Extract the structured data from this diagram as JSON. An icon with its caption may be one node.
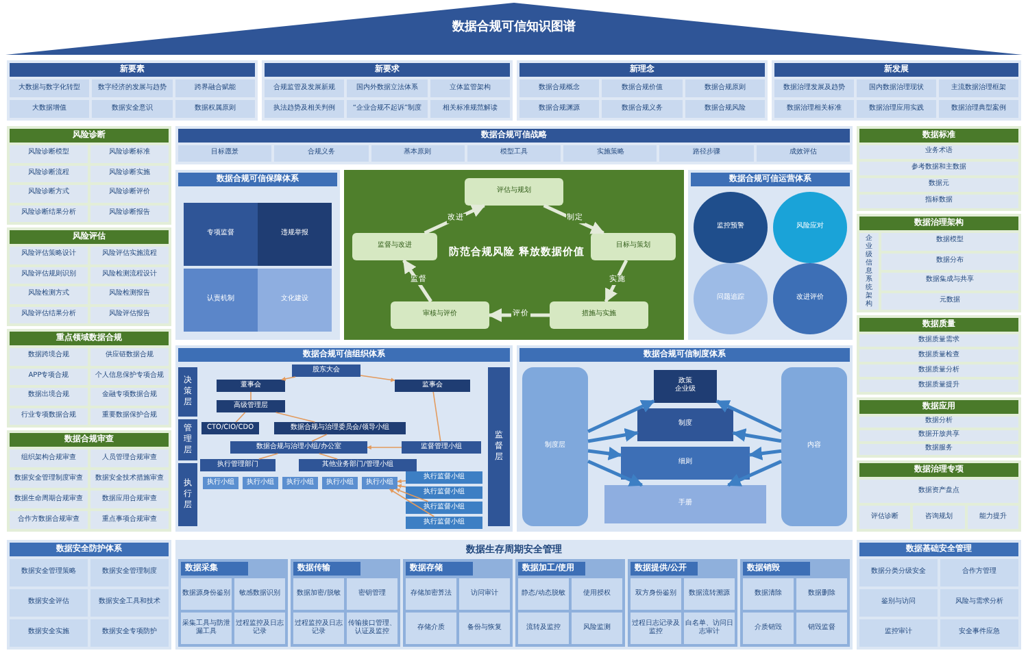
{
  "diagram": {
    "title": "数据合规可信知识图谱",
    "nodes": [
      {
        "text": [
          "新要素"
        ]
      },
      {
        "text": [
          "大数据与数字化转型"
        ],
        "in": 0
      },
      {
        "text": [
          "数字经济的发展与趋势"
        ],
        "in": 0
      },
      {
        "text": [
          "跨界融合赋能"
        ],
        "in": 0
      },
      {
        "text": [
          "大数据增值"
        ],
        "in": 0
      },
      {
        "text": [
          "数据安全意识"
        ],
        "in": 0
      },
      {
        "text": [
          "数据权属原则"
        ],
        "in": 0
      },
      {
        "text": [
          "新要求"
        ]
      },
      {
        "text": [
          "合规监管及发展新规"
        ],
        "in": 7
      },
      {
        "text": [
          "国内外数据立法体系"
        ],
        "in": 7
      },
      {
        "text": [
          "立体监管架构"
        ],
        "in": 7
      },
      {
        "text": [
          "执法趋势及相关判例"
        ],
        "in": 7
      },
      {
        "text": [
          "“企业合规不起诉”制度"
        ],
        "in": 7
      },
      {
        "text": [
          "相关标准规范解读"
        ],
        "in": 7
      },
      {
        "text": [
          "新理念"
        ]
      },
      {
        "text": [
          "数据合规概念"
        ],
        "in": 14
      },
      {
        "text": [
          "数据合规价值"
        ],
        "in": 14
      },
      {
        "text": [
          "数据合规原则"
        ],
        "in": 14
      },
      {
        "text": [
          "数据合规渊源"
        ],
        "in": 14
      },
      {
        "text": [
          "数据合规义务"
        ],
        "in": 14
      },
      {
        "text": [
          "数据合规风险"
        ],
        "in": 14
      },
      {
        "text": [
          "新发展"
        ]
      },
      {
        "text": [
          "数据治理发展及趋势"
        ],
        "in": 21
      },
      {
        "text": [
          "国内数据治理现状"
        ],
        "in": 21
      },
      {
        "text": [
          "主流数据治理框架"
        ],
        "in": 21
      },
      {
        "text": [
          "数据治理相关标准"
        ],
        "in": 21
      },
      {
        "text": [
          "数据治理应用实践"
        ],
        "in": 21
      },
      {
        "text": [
          "数据治理典型案例"
        ],
        "in": 21
      },
      {
        "text": [
          "风险诊断"
        ]
      },
      {
        "text": [
          "风险诊断模型"
        ],
        "in": 28
      },
      {
        "text": [
          "风险诊断标准"
        ],
        "in": 28
      },
      {
        "text": [
          "风险诊断流程"
        ],
        "in": 28
      },
      {
        "text": [
          "风险诊断实施"
        ],
        "in": 28
      },
      {
        "text": [
          "风险诊断方式"
        ],
        "in": 28
      },
      {
        "text": [
          "风险诊断评价"
        ],
        "in": 28
      },
      {
        "text": [
          "风险诊断结果分析"
        ],
        "in": 28
      },
      {
        "text": [
          "风险诊断报告"
        ],
        "in": 28
      },
      {
        "text": [
          "风险评估"
        ]
      },
      {
        "text": [
          "风险评估策略设计"
        ],
        "in": 37
      },
      {
        "text": [
          "风险评估实施流程"
        ],
        "in": 37
      },
      {
        "text": [
          "风险评估规则识别"
        ],
        "in": 37
      },
      {
        "text": [
          "风险检测流程设计"
        ],
        "in": 37
      },
      {
        "text": [
          "风险检测方式"
        ],
        "in": 37
      },
      {
        "text": [
          "风险检测报告"
        ],
        "in": 37
      },
      {
        "text": [
          "风险评估结果分析"
        ],
        "in": 37
      },
      {
        "text": [
          "风险评估报告"
        ],
        "in": 37
      },
      {
        "text": [
          "重点领域数据合规"
        ]
      },
      {
        "text": [
          "数据跨境合规"
        ],
        "in": 46
      },
      {
        "text": [
          "供应链数据合规"
        ],
        "in": 46
      },
      {
        "text": [
          "APP专项合规"
        ],
        "in": 46
      },
      {
        "text": [
          "个人信息保护专项合规"
        ],
        "in": 46
      },
      {
        "text": [
          "数据出境合规"
        ],
        "in": 46
      },
      {
        "text": [
          "金融专项数据合规"
        ],
        "in": 46
      },
      {
        "text": [
          "行业专项数据合规"
        ],
        "in": 46
      },
      {
        "text": [
          "重要数据保护合规"
        ],
        "in": 46
      },
      {
        "text": [
          "数据合规审查"
        ]
      },
      {
        "text": [
          "组织架构合规审查"
        ],
        "in": 55
      },
      {
        "text": [
          "人员管理合规审查"
        ],
        "in": 55
      },
      {
        "text": [
          "数据安全管理制度审查"
        ],
        "in": 55
      },
      {
        "text": [
          "数据安全技术措施审查"
        ],
        "in": 55
      },
      {
        "text": [
          "数据生命周期合规审查"
        ],
        "in": 55
      },
      {
        "text": [
          "数据应用合规审查"
        ],
        "in": 55
      },
      {
        "text": [
          "合作方数据合规审查"
        ],
        "in": 55
      },
      {
        "text": [
          "重点事项合规审查"
        ],
        "in": 55
      },
      {
        "text": [
          "数据合规可信战略"
        ]
      },
      {
        "text": [
          "目标愿景"
        ],
        "in": 64
      },
      {
        "text": [
          "合规义务"
        ],
        "in": 64
      },
      {
        "text": [
          "基本原则"
        ],
        "in": 64
      },
      {
        "text": [
          "模型工具"
        ],
        "in": 64
      },
      {
        "text": [
          "实施策略"
        ],
        "in": 64
      },
      {
        "text": [
          "路径步骤"
        ],
        "in": 64
      },
      {
        "text": [
          "成效评估"
        ],
        "in": 64
      },
      {
        "text": [
          "数据合规可信保障体系"
        ]
      },
      {
        "text": [
          "专项监督"
        ],
        "in": 72
      },
      {
        "text": [
          "违规举报"
        ],
        "in": 72
      },
      {
        "text": [
          "认责机制"
        ],
        "in": 72
      },
      {
        "text": [
          "文化建设"
        ],
        "in": 72
      },
      {
        "text": [
          "防范合规风险  释放数据价值"
        ]
      },
      {
        "text": [
          "评估与规划"
        ],
        "in": 77
      },
      {
        "text": [
          "目标与策划"
        ],
        "in": 77
      },
      {
        "text": [
          "措施与实施"
        ],
        "in": 77
      },
      {
        "text": [
          "审核与评价"
        ],
        "in": 77
      },
      {
        "text": [
          "监督与改进"
        ],
        "in": 77
      },
      {
        "text": [
          "数据合规可信运营体系"
        ]
      },
      {
        "text": [
          "监控预警"
        ],
        "in": 83
      },
      {
        "text": [
          "风险应对"
        ],
        "in": 83
      },
      {
        "text": [
          "问题追踪"
        ],
        "in": 83
      },
      {
        "text": [
          "改进评价"
        ],
        "in": 83
      },
      {
        "text": [
          "数据合规可信组织体系"
        ]
      },
      {
        "text": [
          "决策层"
        ],
        "in": 88
      },
      {
        "text": [
          "管理层"
        ],
        "in": 88
      },
      {
        "text": [
          "执行层"
        ],
        "in": 88
      },
      {
        "text": [
          "监督层"
        ],
        "in": 88
      },
      {
        "text": [
          "股东大会"
        ],
        "in": 88
      },
      {
        "text": [
          "董事会"
        ],
        "in": 88
      },
      {
        "text": [
          "监事会"
        ],
        "in": 88
      },
      {
        "text": [
          "高级管理层"
        ],
        "in": 88
      },
      {
        "text": [
          "CTO/CIO/CDO"
        ],
        "in": 88
      },
      {
        "text": [
          "数据合规与治理委员会/领导小组"
        ],
        "in": 88
      },
      {
        "text": [
          "数据合规与治理小组/办公室"
        ],
        "in": 88
      },
      {
        "text": [
          "监督管理小组"
        ],
        "in": 88
      },
      {
        "text": [
          "执行管理部门"
        ],
        "in": 88
      },
      {
        "text": [
          "其他业务部门/管理小组"
        ],
        "in": 88
      },
      {
        "text": [
          "执行小组"
        ],
        "in": 88
      },
      {
        "text": [
          "执行小组"
        ],
        "in": 88
      },
      {
        "text": [
          "执行小组"
        ],
        "in": 88
      },
      {
        "text": [
          "执行小组"
        ],
        "in": 88
      },
      {
        "text": [
          "执行小组"
        ],
        "in": 88
      },
      {
        "text": [
          "执行监督小组"
        ],
        "in": 88
      },
      {
        "text": [
          "执行监督小组"
        ],
        "in": 88
      },
      {
        "text": [
          "执行监督小组"
        ],
        "in": 88
      },
      {
        "text": [
          "执行监督小组"
        ],
        "in": 88
      },
      {
        "text": [
          "数据合规可信制度体系"
        ]
      },
      {
        "text": [
          "制度层"
        ],
        "in": 112
      },
      {
        "text": [
          "政策",
          "企业级"
        ],
        "in": 112
      },
      {
        "text": [
          "制度"
        ],
        "in": 112
      },
      {
        "text": [
          "细则"
        ],
        "in": 112
      },
      {
        "text": [
          "手册"
        ],
        "in": 112
      },
      {
        "text": [
          "内容"
        ],
        "in": 112
      },
      {
        "text": [
          "数据标准"
        ]
      },
      {
        "text": [
          "业务术语"
        ],
        "in": 119
      },
      {
        "text": [
          "参考数据和主数据"
        ],
        "in": 119
      },
      {
        "text": [
          "数据元"
        ],
        "in": 119
      },
      {
        "text": [
          "指标数据"
        ],
        "in": 119
      },
      {
        "text": [
          "数据治理架构"
        ]
      },
      {
        "text": [
          "企业级信息系统架构"
        ],
        "in": 124
      },
      {
        "text": [
          "数据模型"
        ],
        "in": 124
      },
      {
        "text": [
          "数据分布"
        ],
        "in": 124
      },
      {
        "text": [
          "数据集成与共享"
        ],
        "in": 124
      },
      {
        "text": [
          "元数据"
        ],
        "in": 124
      },
      {
        "text": [
          "数据质量"
        ]
      },
      {
        "text": [
          "数据质量需求"
        ],
        "in": 130
      },
      {
        "text": [
          "数据质量检查"
        ],
        "in": 130
      },
      {
        "text": [
          "数据质量分析"
        ],
        "in": 130
      },
      {
        "text": [
          "数据质量提升"
        ],
        "in": 130
      },
      {
        "text": [
          "数据应用"
        ]
      },
      {
        "text": [
          "数据分析"
        ],
        "in": 135
      },
      {
        "text": [
          "数据开放共享"
        ],
        "in": 135
      },
      {
        "text": [
          "数据服务"
        ],
        "in": 135
      },
      {
        "text": [
          "数据治理专项"
        ]
      },
      {
        "text": [
          "数据资产盘点"
        ],
        "in": 139
      },
      {
        "text": [
          "评估诊断"
        ],
        "in": 139
      },
      {
        "text": [
          "咨询规划"
        ],
        "in": 139
      },
      {
        "text": [
          "能力提升"
        ],
        "in": 139
      },
      {
        "text": [
          "数据安全防护体系"
        ]
      },
      {
        "text": [
          "数据安全管理策略"
        ],
        "in": 144
      },
      {
        "text": [
          "数据安全管理制度"
        ],
        "in": 144
      },
      {
        "text": [
          "数据安全评估"
        ],
        "in": 144
      },
      {
        "text": [
          "数据安全工具和技术"
        ],
        "in": 144
      },
      {
        "text": [
          "数据安全实施"
        ],
        "in": 144
      },
      {
        "text": [
          "数据安全专项防护"
        ],
        "in": 144
      },
      {
        "text": [
          "数据生存周期安全管理"
        ]
      },
      {
        "text": [
          "数据采集"
        ],
        "in": 151
      },
      {
        "text": [
          "数据源身份鉴别"
        ],
        "in": 152
      },
      {
        "text": [
          "敏感数据识别"
        ],
        "in": 152
      },
      {
        "text": [
          "采集工具与防泄漏工具"
        ],
        "in": 152
      },
      {
        "text": [
          "过程监控及日志记录"
        ],
        "in": 152
      },
      {
        "text": [
          "数据传输"
        ],
        "in": 151
      },
      {
        "text": [
          "数据加密/脱敏"
        ],
        "in": 157
      },
      {
        "text": [
          "密钥管理"
        ],
        "in": 157
      },
      {
        "text": [
          "过程监控及日志记录"
        ],
        "in": 157
      },
      {
        "text": [
          "传输接口管理、认证及监控"
        ],
        "in": 157
      },
      {
        "text": [
          "数据存储"
        ],
        "in": 151
      },
      {
        "text": [
          "存储加密算法"
        ],
        "in": 162
      },
      {
        "text": [
          "访问审计"
        ],
        "in": 162
      },
      {
        "text": [
          "存储介质"
        ],
        "in": 162
      },
      {
        "text": [
          "备份与恢复"
        ],
        "in": 162
      },
      {
        "text": [
          "数据加工/使用"
        ],
        "in": 151
      },
      {
        "text": [
          "静态/动态脱敏"
        ],
        "in": 167
      },
      {
        "text": [
          "使用授权"
        ],
        "in": 167
      },
      {
        "text": [
          "流转及监控"
        ],
        "in": 167
      },
      {
        "text": [
          "风险监测"
        ],
        "in": 167
      },
      {
        "text": [
          "数据提供/公开"
        ],
        "in": 151
      },
      {
        "text": [
          "双方身份鉴别"
        ],
        "in": 172
      },
      {
        "text": [
          "数据流转溯源"
        ],
        "in": 172
      },
      {
        "text": [
          "过程日志记录及监控"
        ],
        "in": 172
      },
      {
        "text": [
          "白名单、访问日志审计"
        ],
        "in": 172
      },
      {
        "text": [
          "数据销毁"
        ],
        "in": 151
      },
      {
        "text": [
          "数据清除"
        ],
        "in": 177
      },
      {
        "text": [
          "数据删除"
        ],
        "in": 177
      },
      {
        "text": [
          "介质销毁"
        ],
        "in": 177
      },
      {
        "text": [
          "销毁监督"
        ],
        "in": 177
      },
      {
        "text": [
          "数据基础安全管理"
        ]
      },
      {
        "text": [
          "数据分类分级安全"
        ],
        "in": 182
      },
      {
        "text": [
          "合作方管理"
        ],
        "in": 182
      },
      {
        "text": [
          "鉴别与访问"
        ],
        "in": 182
      },
      {
        "text": [
          "风险与需求分析"
        ],
        "in": 182
      },
      {
        "text": [
          "监控审计"
        ],
        "in": 182
      },
      {
        "text": [
          "安全事件应急"
        ],
        "in": 182
      }
    ],
    "edges": [
      {
        "from": 82,
        "to": 78,
        "arrow": "to",
        "label": "改进",
        "style": "thick",
        "color": "#e3ead9"
      },
      {
        "from": 78,
        "to": 79,
        "arrow": "to",
        "label": "制定",
        "style": "thick",
        "color": "#e3ead9"
      },
      {
        "from": 79,
        "to": 80,
        "arrow": "to",
        "label": "实施",
        "style": "thick",
        "color": "#e3ead9"
      },
      {
        "from": 80,
        "to": 81,
        "arrow": "to",
        "label": "评价",
        "style": "thick",
        "color": "#e3ead9"
      },
      {
        "from": 81,
        "to": 82,
        "arrow": "to",
        "label": "监督",
        "style": "thick",
        "color": "#e3ead9"
      },
      {
        "from": 93,
        "to": 94,
        "arrow": "to"
      },
      {
        "from": 93,
        "to": 95,
        "arrow": "to"
      },
      {
        "from": 94,
        "to": 96,
        "arrow": "none"
      },
      {
        "from": 96,
        "to": 97,
        "arrow": "none"
      },
      {
        "from": 96,
        "to": 98,
        "arrow": "none"
      },
      {
        "from": 98,
        "to": 99,
        "arrow": "none"
      },
      {
        "from": 99,
        "to": 101,
        "arrow": "none"
      },
      {
        "from": 99,
        "to": 102,
        "arrow": "none"
      },
      {
        "from": 95,
        "to": 100,
        "arrow": "none"
      },
      {
        "from": 100,
        "to": 99,
        "arrow": "to"
      },
      {
        "from": 108,
        "to": 107,
        "arrow": "to"
      },
      {
        "from": 109,
        "to": 107,
        "arrow": "to"
      },
      {
        "from": 110,
        "to": 107,
        "arrow": "to"
      },
      {
        "from": 111,
        "to": 107,
        "arrow": "to"
      },
      {
        "from": 113,
        "to": 114,
        "arrow": "to",
        "style": "thick",
        "color": "#3d7fc4"
      },
      {
        "from": 113,
        "to": 115,
        "arrow": "to",
        "style": "thick",
        "color": "#3d7fc4"
      },
      {
        "from": 113,
        "to": 116,
        "arrow": "to",
        "style": "thick",
        "color": "#3d7fc4"
      },
      {
        "from": 113,
        "to": 117,
        "arrow": "to",
        "style": "thick",
        "color": "#3d7fc4"
      },
      {
        "from": 118,
        "to": 114,
        "arrow": "to",
        "style": "thick",
        "color": "#3d7fc4"
      },
      {
        "from": 118,
        "to": 115,
        "arrow": "to",
        "style": "thick",
        "color": "#3d7fc4"
      },
      {
        "from": 118,
        "to": 116,
        "arrow": "to",
        "style": "thick",
        "color": "#3d7fc4"
      },
      {
        "from": 118,
        "to": 117,
        "arrow": "to",
        "style": "thick",
        "color": "#3d7fc4"
      }
    ]
  }
}
